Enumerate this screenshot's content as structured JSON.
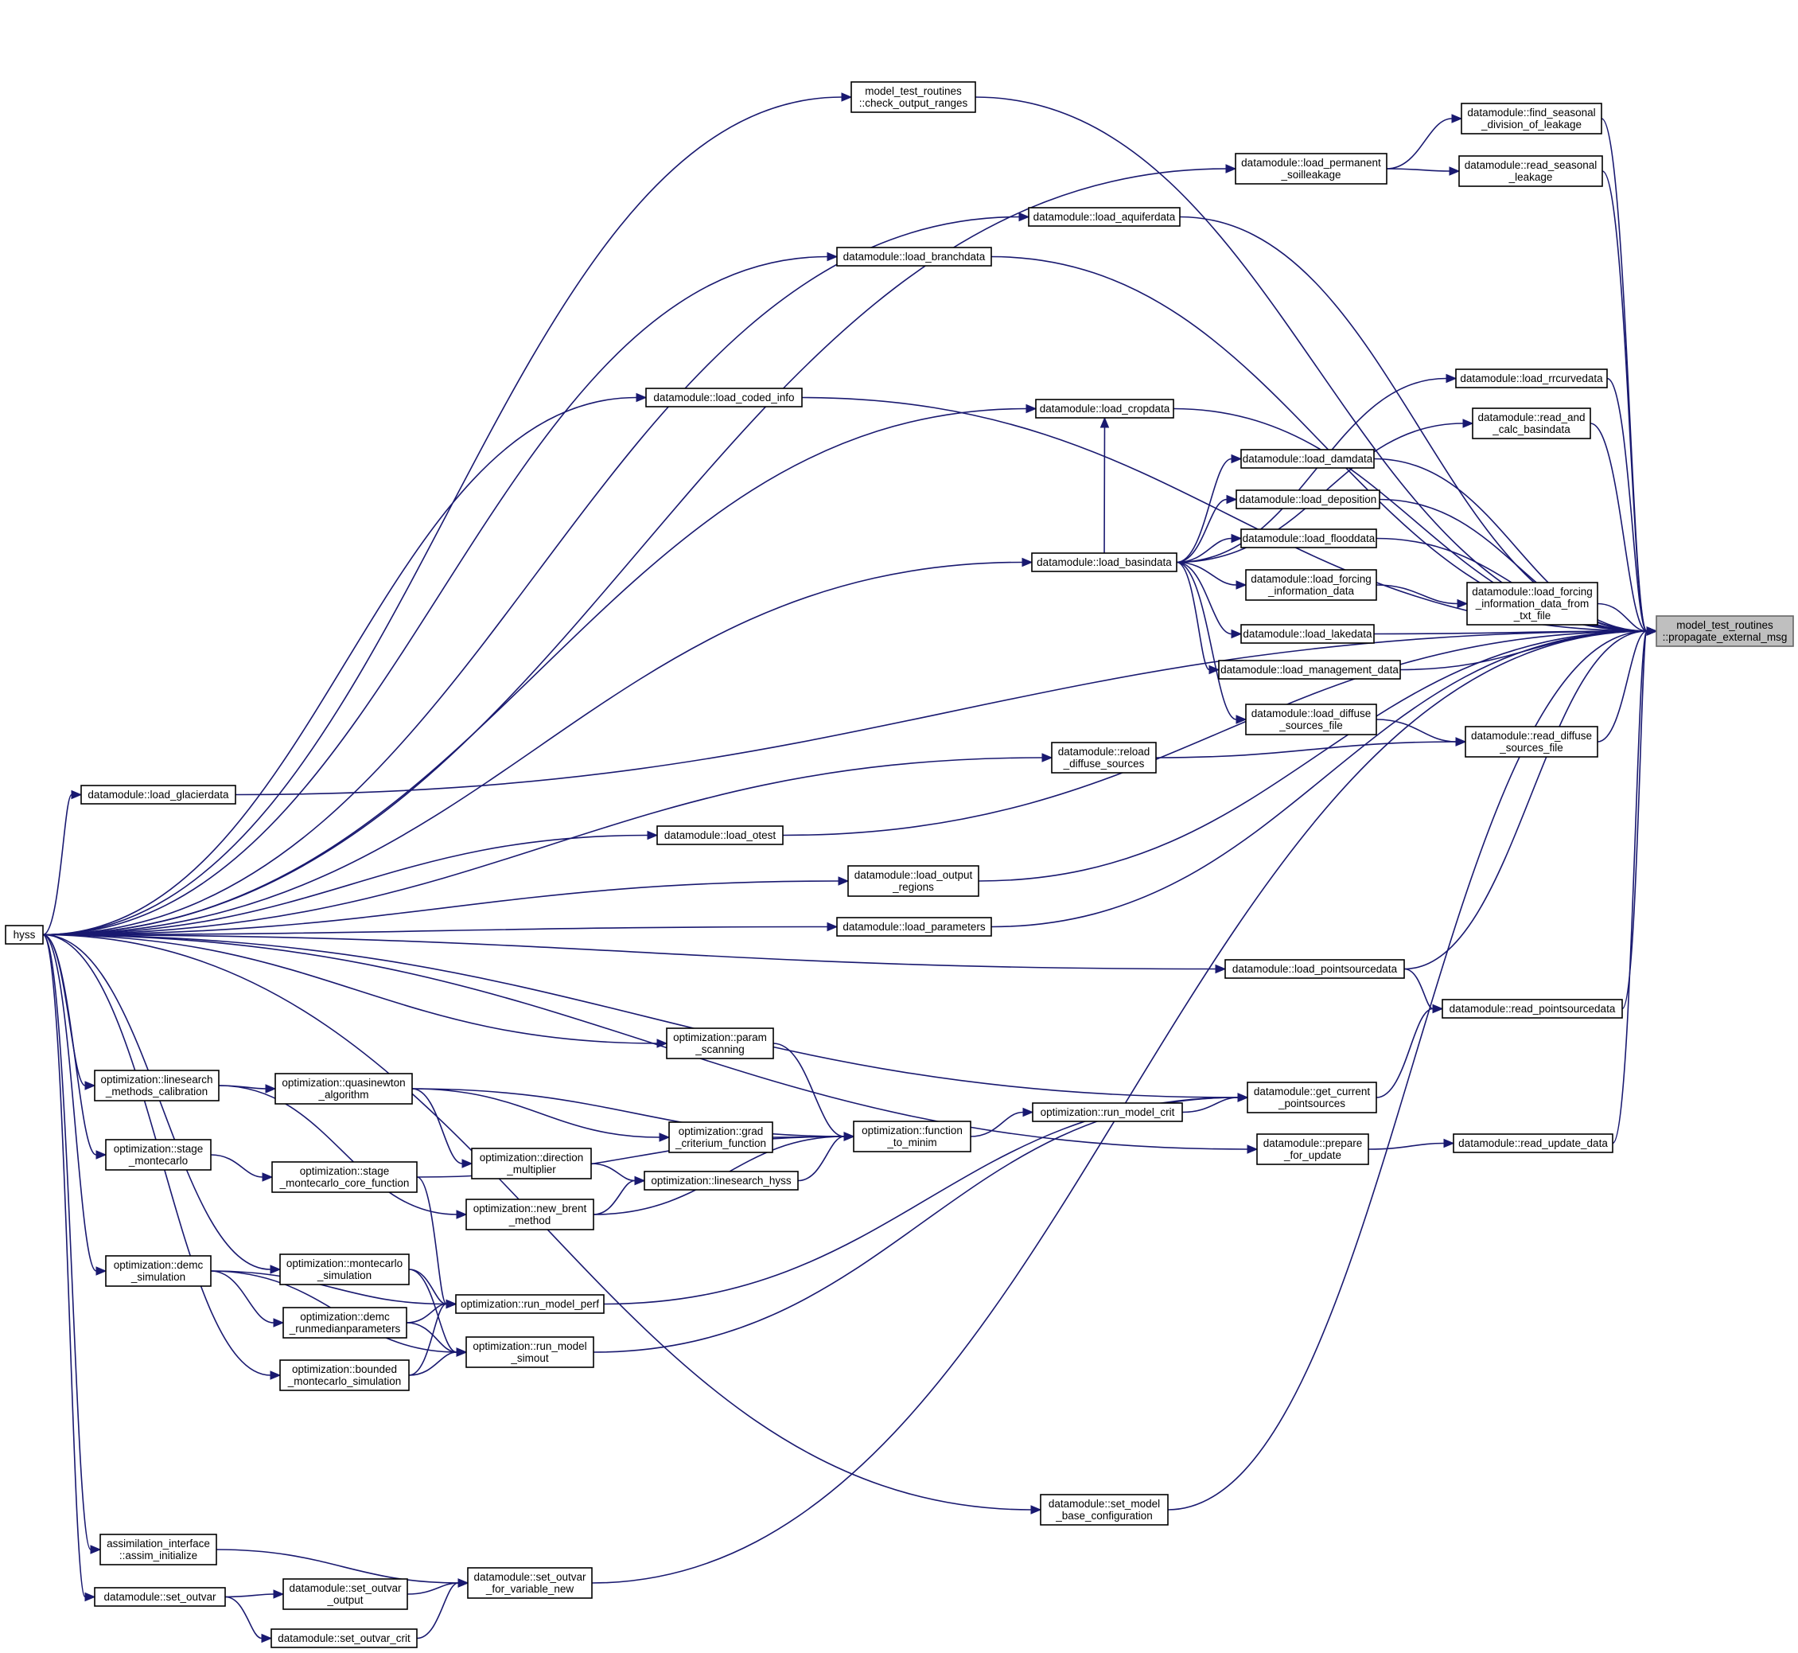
{
  "nodes": [
    {
      "id": "target",
      "lines": [
        "model_test_routines",
        "::propagate_external_msg"
      ],
      "root": true
    },
    {
      "id": "hyss",
      "lines": [
        "hyss"
      ]
    },
    {
      "id": "check_output_ranges",
      "lines": [
        "model_test_routines",
        "::check_output_ranges"
      ]
    },
    {
      "id": "find_seasonal",
      "lines": [
        "datamodule::find_seasonal",
        "_division_of_leakage"
      ]
    },
    {
      "id": "load_permanent",
      "lines": [
        "datamodule::load_permanent",
        "_soilleakage"
      ]
    },
    {
      "id": "read_seasonal",
      "lines": [
        "datamodule::read_seasonal",
        "_leakage"
      ]
    },
    {
      "id": "load_aquiferdata",
      "lines": [
        "datamodule::load_aquiferdata"
      ]
    },
    {
      "id": "load_branchdata",
      "lines": [
        "datamodule::load_branchdata"
      ]
    },
    {
      "id": "load_coded_info",
      "lines": [
        "datamodule::load_coded_info"
      ]
    },
    {
      "id": "load_rrcurvedata",
      "lines": [
        "datamodule::load_rrcurvedata"
      ]
    },
    {
      "id": "load_cropdata",
      "lines": [
        "datamodule::load_cropdata"
      ]
    },
    {
      "id": "read_and_calc",
      "lines": [
        "datamodule::read_and",
        "_calc_basindata"
      ]
    },
    {
      "id": "load_damdata",
      "lines": [
        "datamodule::load_damdata"
      ]
    },
    {
      "id": "load_deposition",
      "lines": [
        "datamodule::load_deposition"
      ]
    },
    {
      "id": "load_flooddata",
      "lines": [
        "datamodule::load_flooddata"
      ]
    },
    {
      "id": "load_basindata",
      "lines": [
        "datamodule::load_basindata"
      ]
    },
    {
      "id": "load_forcing",
      "lines": [
        "datamodule::load_forcing",
        "_information_data"
      ]
    },
    {
      "id": "load_forcing_txt",
      "lines": [
        "datamodule::load_forcing",
        "_information_data_from",
        "_txt_file"
      ]
    },
    {
      "id": "load_lakedata",
      "lines": [
        "datamodule::load_lakedata"
      ]
    },
    {
      "id": "load_management",
      "lines": [
        "datamodule::load_management_data"
      ]
    },
    {
      "id": "load_diffuse",
      "lines": [
        "datamodule::load_diffuse",
        "_sources_file"
      ]
    },
    {
      "id": "read_diffuse",
      "lines": [
        "datamodule::read_diffuse",
        "_sources_file"
      ]
    },
    {
      "id": "reload_diffuse",
      "lines": [
        "datamodule::reload",
        "_diffuse_sources"
      ]
    },
    {
      "id": "load_glacierdata",
      "lines": [
        "datamodule::load_glacierdata"
      ]
    },
    {
      "id": "load_otest",
      "lines": [
        "datamodule::load_otest"
      ]
    },
    {
      "id": "load_output_regions",
      "lines": [
        "datamodule::load_output",
        "_regions"
      ]
    },
    {
      "id": "load_parameters",
      "lines": [
        "datamodule::load_parameters"
      ]
    },
    {
      "id": "load_pointsourcedata",
      "lines": [
        "datamodule::load_pointsourcedata"
      ]
    },
    {
      "id": "read_pointsourcedata",
      "lines": [
        "datamodule::read_pointsourcedata"
      ]
    },
    {
      "id": "param_scanning",
      "lines": [
        "optimization::param",
        "_scanning"
      ]
    },
    {
      "id": "linesearch_calib",
      "lines": [
        "optimization::linesearch",
        "_methods_calibration"
      ]
    },
    {
      "id": "quasinewton",
      "lines": [
        "optimization::quasinewton",
        "_algorithm"
      ]
    },
    {
      "id": "get_current",
      "lines": [
        "datamodule::get_current",
        "_pointsources"
      ]
    },
    {
      "id": "grad_criterium",
      "lines": [
        "optimization::grad",
        "_criterium_function"
      ]
    },
    {
      "id": "function_to_minim",
      "lines": [
        "optimization::function",
        "_to_minim"
      ]
    },
    {
      "id": "run_model_crit",
      "lines": [
        "optimization::run_model_crit"
      ]
    },
    {
      "id": "prepare_for_update",
      "lines": [
        "datamodule::prepare",
        "_for_update"
      ]
    },
    {
      "id": "read_update_data",
      "lines": [
        "datamodule::read_update_data"
      ]
    },
    {
      "id": "stage_montecarlo",
      "lines": [
        "optimization::stage",
        "_montecarlo"
      ]
    },
    {
      "id": "direction_multiplier",
      "lines": [
        "optimization::direction",
        "_multiplier"
      ]
    },
    {
      "id": "stage_core",
      "lines": [
        "optimization::stage",
        "_montecarlo_core_function"
      ]
    },
    {
      "id": "linesearch_hyss",
      "lines": [
        "optimization::linesearch_hyss"
      ]
    },
    {
      "id": "new_brent",
      "lines": [
        "optimization::new_brent",
        "_method"
      ]
    },
    {
      "id": "demc_simulation",
      "lines": [
        "optimization::demc",
        "_simulation"
      ]
    },
    {
      "id": "montecarlo_sim",
      "lines": [
        "optimization::montecarlo",
        "_simulation"
      ]
    },
    {
      "id": "run_model_perf",
      "lines": [
        "optimization::run_model_perf"
      ]
    },
    {
      "id": "demc_runmedian",
      "lines": [
        "optimization::demc",
        "_runmedianparameters"
      ]
    },
    {
      "id": "run_model_simout",
      "lines": [
        "optimization::run_model",
        "_simout"
      ]
    },
    {
      "id": "bounded_mc",
      "lines": [
        "optimization::bounded",
        "_montecarlo_simulation"
      ]
    },
    {
      "id": "set_model_base",
      "lines": [
        "datamodule::set_model",
        "_base_configuration"
      ]
    },
    {
      "id": "assim_initialize",
      "lines": [
        "assimilation_interface",
        "::assim_initialize"
      ]
    },
    {
      "id": "set_outvar_for",
      "lines": [
        "datamodule::set_outvar",
        "_for_variable_new"
      ]
    },
    {
      "id": "set_outvar",
      "lines": [
        "datamodule::set_outvar"
      ]
    },
    {
      "id": "set_outvar_output",
      "lines": [
        "datamodule::set_outvar",
        "_output"
      ]
    },
    {
      "id": "set_outvar_crit",
      "lines": [
        "datamodule::set_outvar_crit"
      ]
    }
  ],
  "edges": [
    [
      "check_output_ranges",
      "target"
    ],
    [
      "find_seasonal",
      "target"
    ],
    [
      "read_seasonal",
      "target"
    ],
    [
      "load_aquiferdata",
      "target"
    ],
    [
      "load_branchdata",
      "target"
    ],
    [
      "load_coded_info",
      "target"
    ],
    [
      "load_rrcurvedata",
      "target"
    ],
    [
      "load_cropdata",
      "target"
    ],
    [
      "read_and_calc",
      "target"
    ],
    [
      "load_damdata",
      "target"
    ],
    [
      "load_deposition",
      "target"
    ],
    [
      "load_flooddata",
      "target"
    ],
    [
      "load_forcing_txt",
      "target"
    ],
    [
      "load_lakedata",
      "target"
    ],
    [
      "load_management",
      "target"
    ],
    [
      "read_diffuse",
      "target"
    ],
    [
      "load_glacierdata",
      "target"
    ],
    [
      "load_otest",
      "target"
    ],
    [
      "load_output_regions",
      "target"
    ],
    [
      "load_parameters",
      "target"
    ],
    [
      "load_pointsourcedata",
      "target"
    ],
    [
      "read_pointsourcedata",
      "target"
    ],
    [
      "read_update_data",
      "target"
    ],
    [
      "set_model_base",
      "target"
    ],
    [
      "set_outvar_for",
      "target"
    ],
    [
      "load_permanent",
      "find_seasonal"
    ],
    [
      "load_permanent",
      "read_seasonal"
    ],
    [
      "load_basindata",
      "load_rrcurvedata"
    ],
    [
      "load_basindata",
      "load_cropdata"
    ],
    [
      "load_basindata",
      "read_and_calc"
    ],
    [
      "load_basindata",
      "load_damdata"
    ],
    [
      "load_basindata",
      "load_deposition"
    ],
    [
      "load_basindata",
      "load_flooddata"
    ],
    [
      "load_basindata",
      "load_forcing"
    ],
    [
      "load_basindata",
      "load_lakedata"
    ],
    [
      "load_basindata",
      "load_management"
    ],
    [
      "load_basindata",
      "load_diffuse"
    ],
    [
      "load_forcing",
      "load_forcing_txt"
    ],
    [
      "load_diffuse",
      "read_diffuse"
    ],
    [
      "reload_diffuse",
      "read_diffuse"
    ],
    [
      "load_pointsourcedata",
      "read_pointsourcedata"
    ],
    [
      "get_current",
      "read_pointsourcedata"
    ],
    [
      "prepare_for_update",
      "read_update_data"
    ],
    [
      "param_scanning",
      "function_to_minim"
    ],
    [
      "quasinewton",
      "function_to_minim"
    ],
    [
      "grad_criterium",
      "function_to_minim"
    ],
    [
      "linesearch_hyss",
      "function_to_minim"
    ],
    [
      "new_brent",
      "function_to_minim"
    ],
    [
      "stage_core",
      "function_to_minim"
    ],
    [
      "function_to_minim",
      "run_model_crit"
    ],
    [
      "run_model_crit",
      "get_current"
    ],
    [
      "run_model_perf",
      "get_current"
    ],
    [
      "run_model_simout",
      "get_current"
    ],
    [
      "linesearch_calib",
      "quasinewton"
    ],
    [
      "linesearch_calib",
      "new_brent"
    ],
    [
      "quasinewton",
      "grad_criterium"
    ],
    [
      "quasinewton",
      "direction_multiplier"
    ],
    [
      "direction_multiplier",
      "linesearch_hyss"
    ],
    [
      "new_brent",
      "linesearch_hyss"
    ],
    [
      "stage_montecarlo",
      "stage_core"
    ],
    [
      "stage_core",
      "run_model_perf"
    ],
    [
      "demc_simulation",
      "demc_runmedian"
    ],
    [
      "demc_simulation",
      "run_model_perf"
    ],
    [
      "demc_simulation",
      "run_model_simout"
    ],
    [
      "montecarlo_sim",
      "run_model_perf"
    ],
    [
      "montecarlo_sim",
      "run_model_simout"
    ],
    [
      "demc_runmedian",
      "run_model_perf"
    ],
    [
      "demc_runmedian",
      "run_model_simout"
    ],
    [
      "bounded_mc",
      "run_model_perf"
    ],
    [
      "bounded_mc",
      "run_model_simout"
    ],
    [
      "assim_initialize",
      "set_outvar_for"
    ],
    [
      "set_outvar_output",
      "set_outvar_for"
    ],
    [
      "set_outvar_crit",
      "set_outvar_for"
    ],
    [
      "set_outvar",
      "set_outvar_output"
    ],
    [
      "set_outvar",
      "set_outvar_crit"
    ],
    [
      "hyss",
      "check_output_ranges"
    ],
    [
      "hyss",
      "load_permanent"
    ],
    [
      "hyss",
      "load_aquiferdata"
    ],
    [
      "hyss",
      "load_branchdata"
    ],
    [
      "hyss",
      "load_coded_info"
    ],
    [
      "hyss",
      "load_cropdata"
    ],
    [
      "hyss",
      "load_basindata"
    ],
    [
      "hyss",
      "reload_diffuse"
    ],
    [
      "hyss",
      "load_glacierdata"
    ],
    [
      "hyss",
      "load_otest"
    ],
    [
      "hyss",
      "load_output_regions"
    ],
    [
      "hyss",
      "load_parameters"
    ],
    [
      "hyss",
      "load_pointsourcedata"
    ],
    [
      "hyss",
      "get_current"
    ],
    [
      "hyss",
      "param_scanning"
    ],
    [
      "hyss",
      "linesearch_calib"
    ],
    [
      "hyss",
      "stage_montecarlo"
    ],
    [
      "hyss",
      "demc_simulation"
    ],
    [
      "hyss",
      "montecarlo_sim"
    ],
    [
      "hyss",
      "bounded_mc"
    ],
    [
      "hyss",
      "prepare_for_update"
    ],
    [
      "hyss",
      "set_model_base"
    ],
    [
      "hyss",
      "assim_initialize"
    ],
    [
      "hyss",
      "set_outvar"
    ]
  ]
}
